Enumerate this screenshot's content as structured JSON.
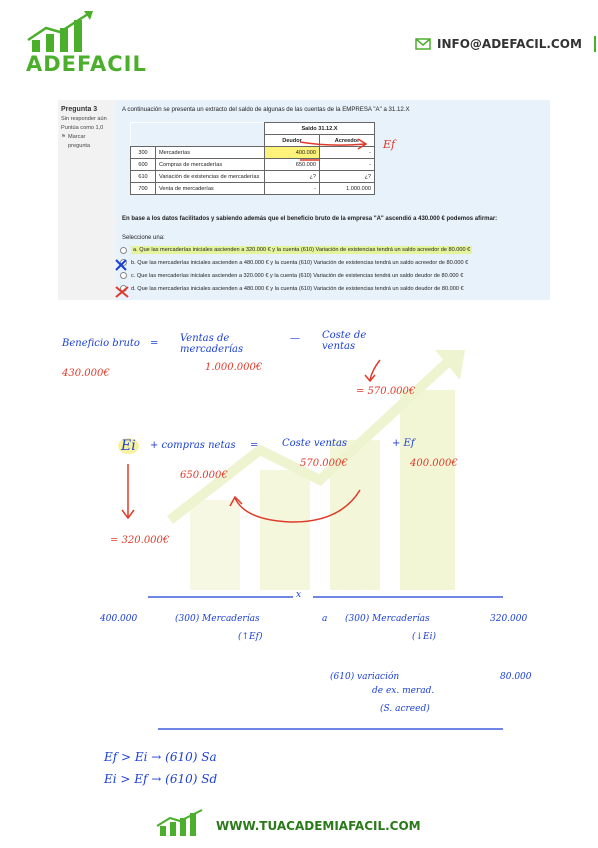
{
  "header": {
    "logo_text": "ADEFACIL",
    "email": "INFO@ADEFACIL.COM"
  },
  "question_info": {
    "label": "Pregunta 3",
    "status": "Sin responder aún",
    "score": "Puntúa como 1,0",
    "flag": "Marcar pregunta"
  },
  "question": {
    "intro": "A continuación se presenta un extracto del saldo de algunas de las cuentas de la EMPRESA \"A\" a 31.12.X",
    "table": {
      "group_header": "Saldo 31.12.X",
      "col_debit": "Deudor",
      "col_credit": "Acreedor",
      "rows": [
        {
          "code": "300",
          "name": "Mercaderías",
          "debit": "400.000",
          "credit": "-"
        },
        {
          "code": "600",
          "name": "Compras de mercaderías",
          "debit": "650.000",
          "credit": "-"
        },
        {
          "code": "610",
          "name": "Variación de existencias de mercaderías",
          "debit": "¿?",
          "credit": "¿?"
        },
        {
          "code": "700",
          "name": "Venta de mercaderías",
          "debit": "-",
          "credit": "1.000.000"
        }
      ]
    },
    "prompt": "En base a los datos facilitados y sabiendo además que el beneficio bruto de la empresa \"A\" ascendió a 430.000 € podemos afirmar:",
    "select_label": "Seleccione una:",
    "options": [
      {
        "text": "a. Que las mercaderías iniciales ascienden a 320.000 € y la cuenta (610) Variación de existencias tendrá un saldo acreedor de 80.000 €"
      },
      {
        "text": "b. Que las mercaderías iniciales ascienden a 480.000 € y la cuenta (610) Variación de existencias tendrá un saldo acreedor de 80.000 €"
      },
      {
        "text": "c. Que las mercaderías iniciales ascienden a 320.000 € y la cuenta (610) Variación de existencias tendrá un saldo deudor de 80.000 €"
      },
      {
        "text": "d. Que las mercaderías iniciales ascienden a 480.000 € y la cuenta (610) Variación de existencias tendrá un saldo deudor de 80.000 €"
      }
    ]
  },
  "notes": {
    "ef_arrow": "Ef",
    "beneficio": "Beneficio bruto",
    "beneficio_val": "430.000€",
    "eq1": "=",
    "ventas": "Ventas de mercaderías",
    "ventas_val": "1.000.000€",
    "minus": "—",
    "coste": "Coste de ventas",
    "coste_val": "= 570.000€",
    "ei": "Ei",
    "plus_compras": "+ compras netas",
    "compras_val": "650.000€",
    "eq2": "=",
    "coste_ventas": "Coste ventas",
    "coste_ventas_val": "570.000€",
    "plus_ef": "+ Ef",
    "ef_val": "400.000€",
    "ei_result": "= 320.000€",
    "x_mark": "x",
    "j_debit_amt": "400.000",
    "j_debit_acc": "(300) Mercaderías",
    "j_debit_sub": "(↑Ef)",
    "j_a": "a",
    "j_credit_acc": "(300) Mercaderías",
    "j_credit_sub": "(↓Ei)",
    "j_credit_amt": "320.000",
    "j_var_acc": "(610) variación",
    "j_var_acc2": "de ex. merad.",
    "j_var_sub": "(S. acreed)",
    "j_var_amt": "80.000",
    "rule1": "Ef > Ei → (610) Sa",
    "rule2": "Ei > Ef → (610) Sd"
  },
  "footer": {
    "url": "WWW.TUACADEMIAFACIL.COM"
  },
  "colors": {
    "brand_green": "#4caf2c",
    "ink_blue": "#1b3fd6",
    "ink_red": "#e03a2a",
    "panel_blue": "#e8f2fb"
  }
}
